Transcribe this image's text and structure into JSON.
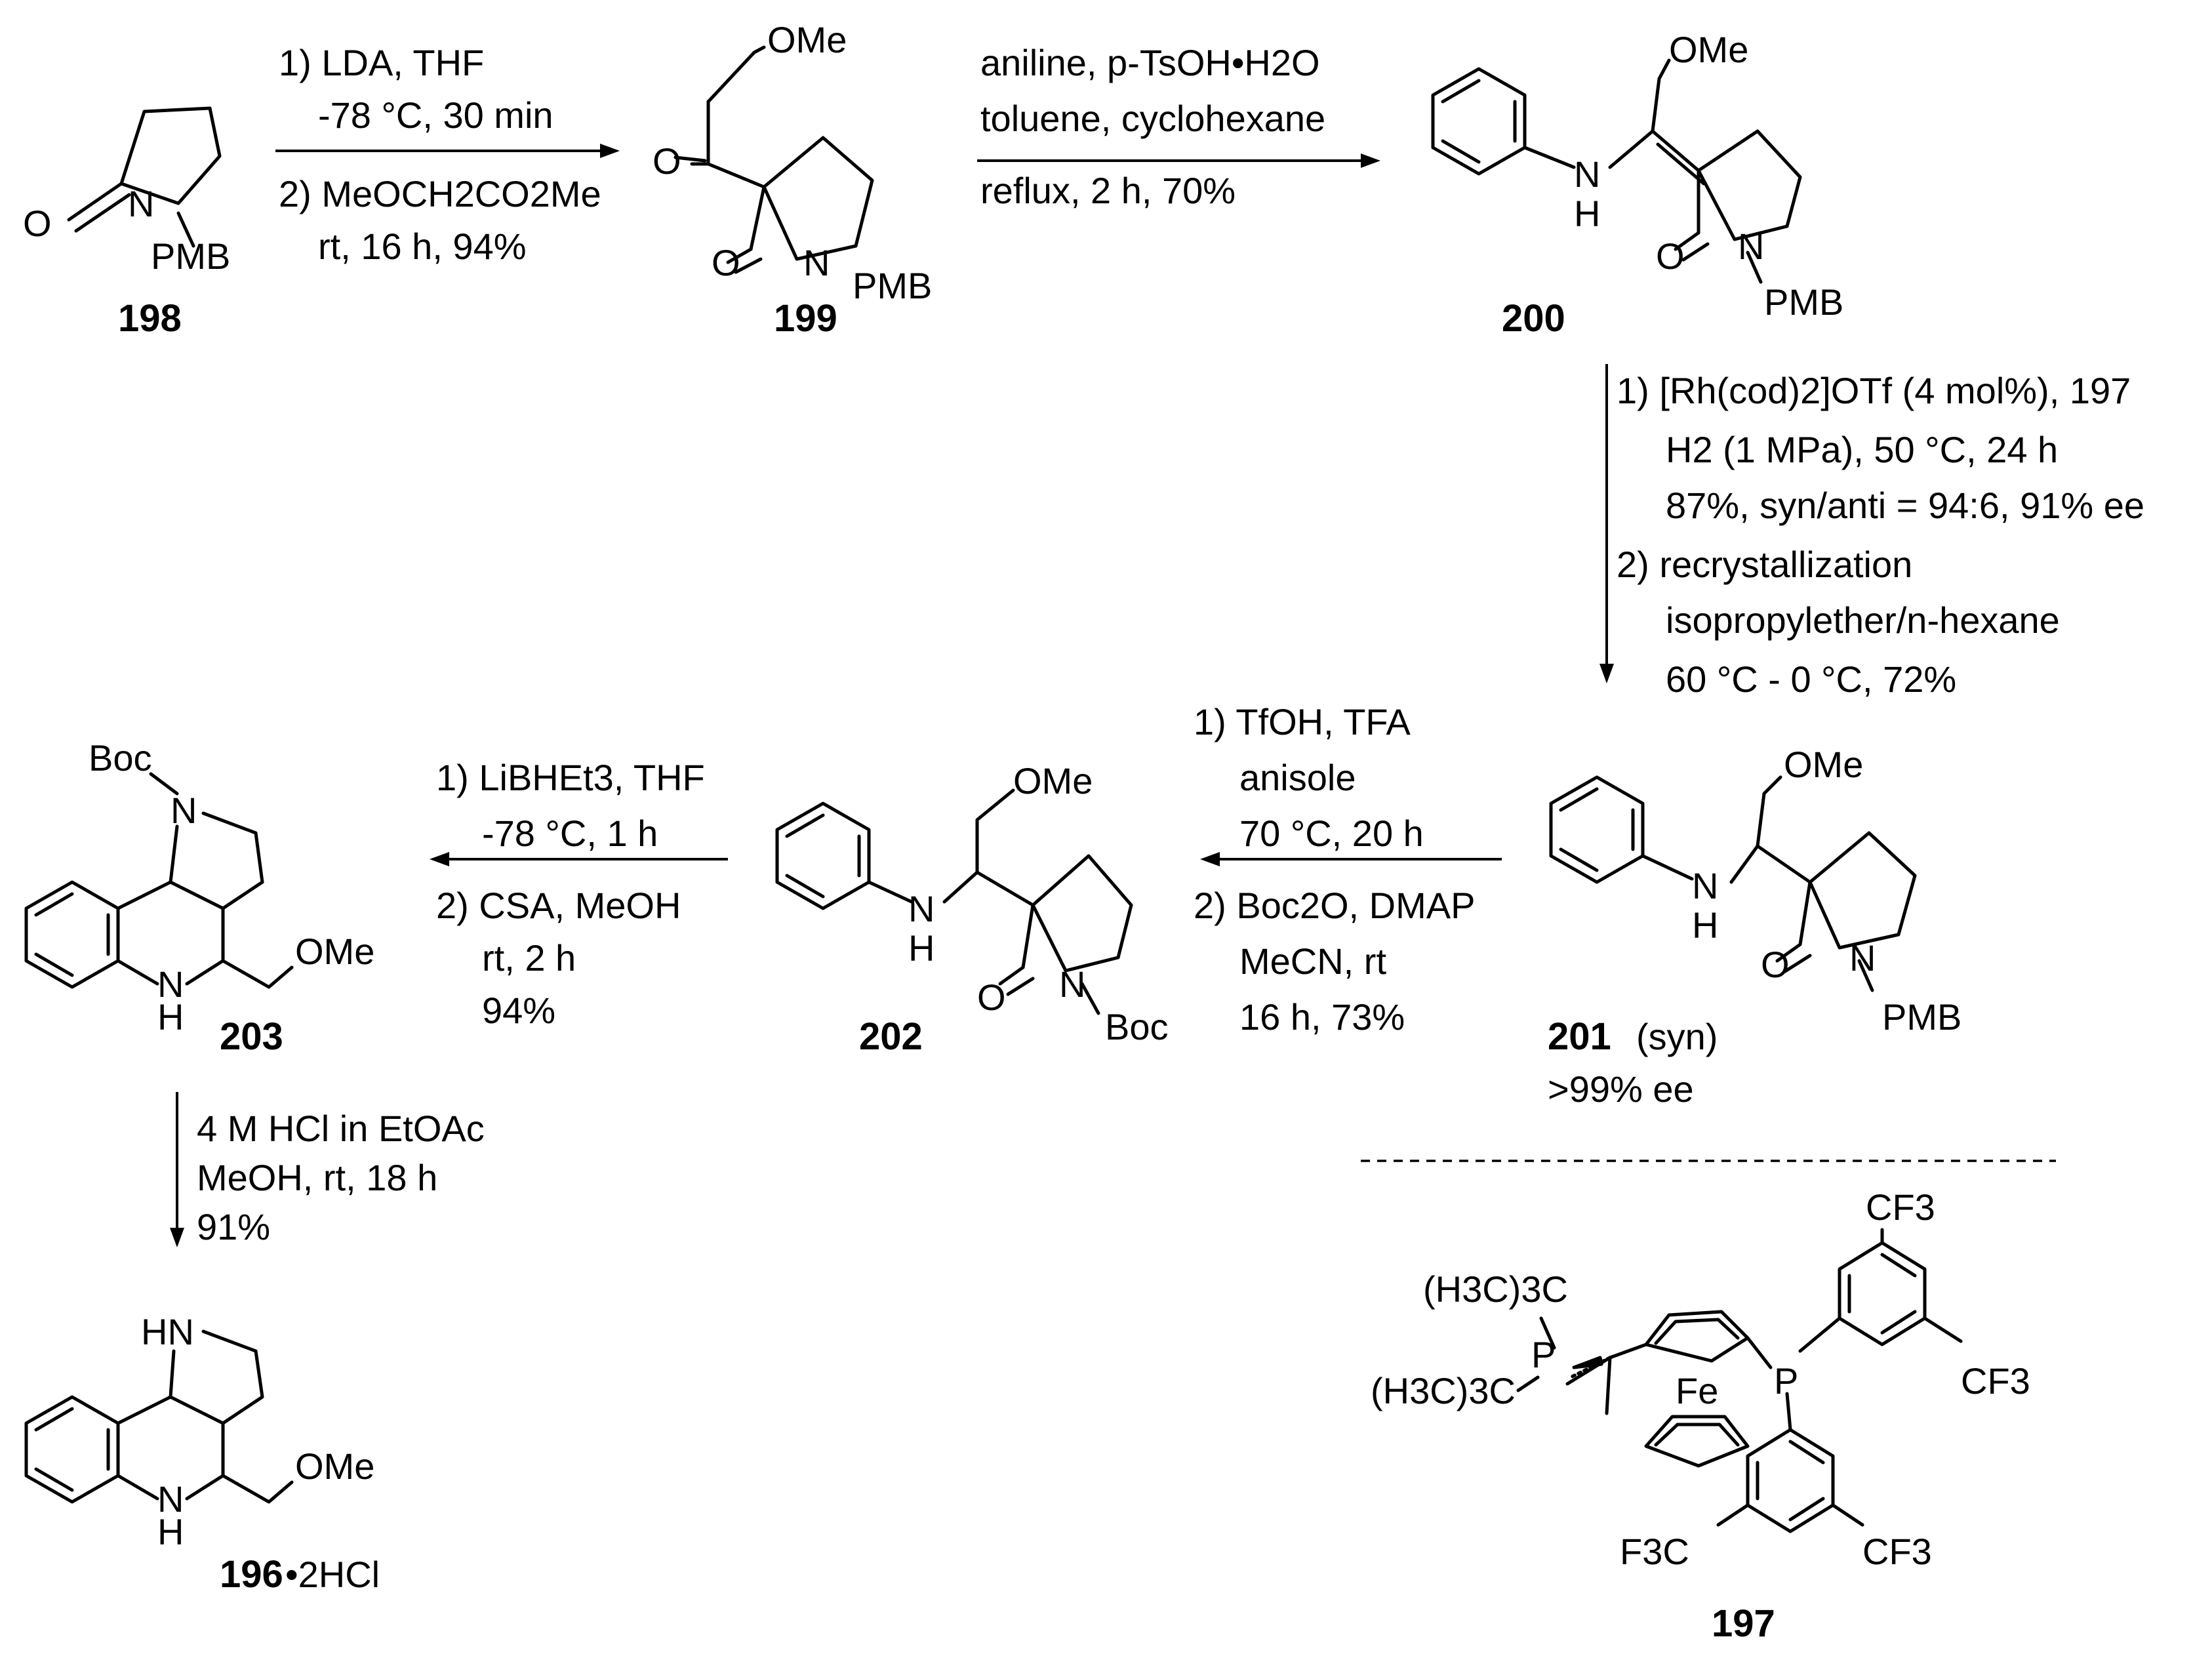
{
  "compounds": {
    "c198": "198",
    "c199": "199",
    "c200": "200",
    "c201": "201",
    "c201_note": "(syn)",
    "c201_ee": ">99% ee",
    "c202": "202",
    "c203": "203",
    "c196": "196",
    "c196_salt": "•2HCl",
    "c197": "197"
  },
  "atoms": {
    "O": "O",
    "N": "N",
    "H": "H",
    "HN": "HN",
    "OMe": "OMe",
    "PMB": "PMB",
    "Boc": "Boc",
    "P": "P",
    "Fe": "Fe",
    "CF3": "CF3",
    "F3C": "F3C",
    "tBu": "(H3C)3C"
  },
  "steps": {
    "s1": [
      "1) LDA, THF",
      "-78 °C, 30  min",
      "2) MeOCH2CO2Me",
      "rt, 16 h, 94%"
    ],
    "s2": [
      "aniline, p-TsOH•H2O",
      "toluene, cyclohexane",
      "reflux, 2 h, 70%"
    ],
    "s3": [
      "1) [Rh(cod)2]OTf (4 mol%), 197",
      "H2 (1 MPa), 50 °C, 24 h",
      "87%, syn/anti = 94:6, 91% ee",
      "2) recrystallization",
      "isopropylether/n-hexane",
      "60 °C - 0 °C, 72%"
    ],
    "s4": [
      "1) TfOH, TFA",
      "anisole",
      "70 °C, 20 h",
      "2) Boc2O, DMAP",
      "MeCN, rt",
      "16 h, 73%"
    ],
    "s5": [
      "1) LiBHEt3, THF",
      "-78 °C, 1 h",
      "2) CSA, MeOH",
      "rt, 2 h",
      "94%"
    ],
    "s6": [
      "4 M HCl in EtOAc",
      "MeOH, rt, 18 h",
      "91%"
    ]
  }
}
